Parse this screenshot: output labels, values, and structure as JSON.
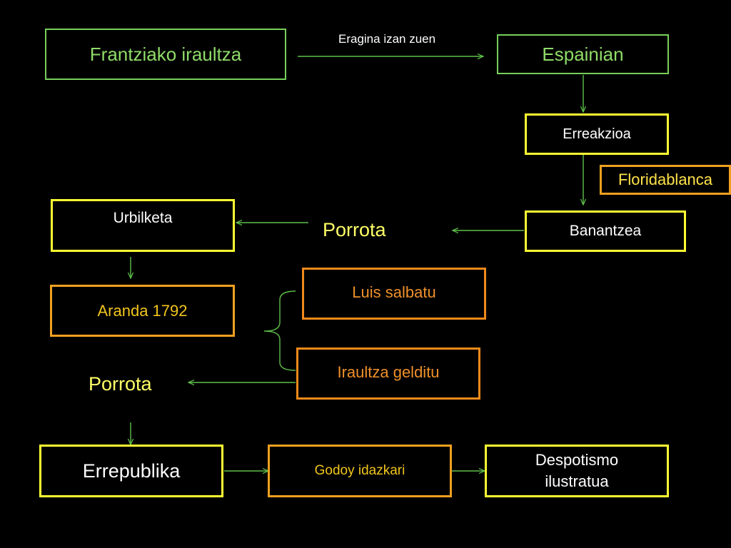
{
  "nodes": {
    "frantziako_iraultza": "Frantziako iraultza",
    "espainian": "Espainian",
    "erreakzioa": "Erreakzioa",
    "floridablanca": "Floridablanca",
    "banantzea": "Banantzea",
    "porrota_top": "Porrota",
    "urbilketa": "Urbilketa",
    "aranda": "Aranda 1792",
    "luis_salbatu": "Luis salbatu",
    "iraultza_gelditu": "Iraultza gelditu",
    "porrota_bottom": "Porrota",
    "errepublika": "Errepublika",
    "godoy": "Godoy idazkari",
    "despotismo": "Despotismo ilustratua"
  },
  "edge_labels": {
    "eragina": "Eragina izan zuen"
  },
  "colors": {
    "background": "#000000",
    "green_border": "#77d05a",
    "yellow_border": "#ffff33",
    "orange_border": "#f08a1a",
    "arrow": "#5fbf4a"
  }
}
